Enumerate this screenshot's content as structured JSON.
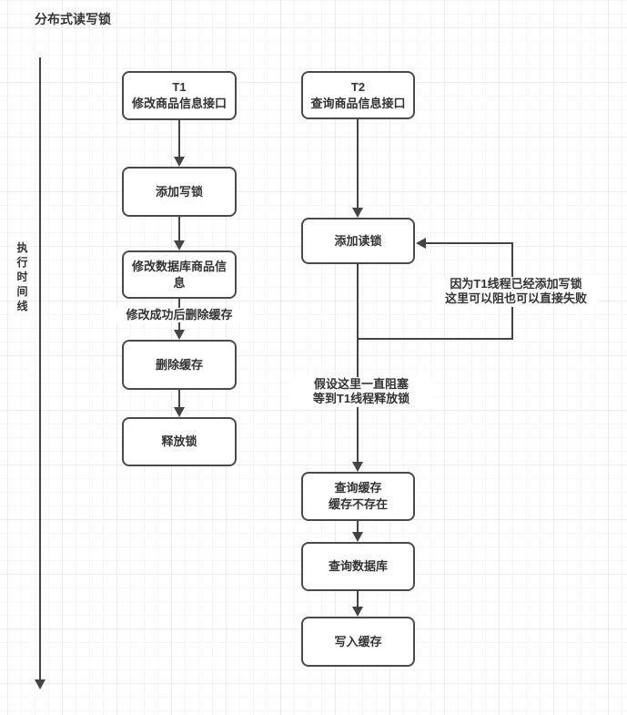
{
  "title": "分布式读写锁",
  "timeline": {
    "label": "执行时间线"
  },
  "nodes": {
    "t1": "T1\n修改商品信息接口",
    "add_write_lock": "添加写锁",
    "update_db": "修改数据库商品信息",
    "delete_cache": "删除缓存",
    "release_lock": "释放锁",
    "t2": "T2\n查询商品信息接口",
    "add_read_lock": "添加读锁",
    "query_cache": "查询缓存\n缓存不存在",
    "query_db": "查询数据库",
    "write_cache": "写入缓存"
  },
  "edge_labels": {
    "after_update": "修改成功后删除缓存",
    "block_note": "因为T1线程已经添加写锁\n这里可以阻也可以直接失败",
    "wait_note": "假设这里一直阻塞\n等到T1线程释放锁"
  },
  "colors": {
    "background": "#ffffff",
    "grid_minor": "#f6f6f6",
    "grid_major": "#ececec",
    "box_border": "#4a4a4a",
    "line": "#444444",
    "text": "#333333"
  }
}
